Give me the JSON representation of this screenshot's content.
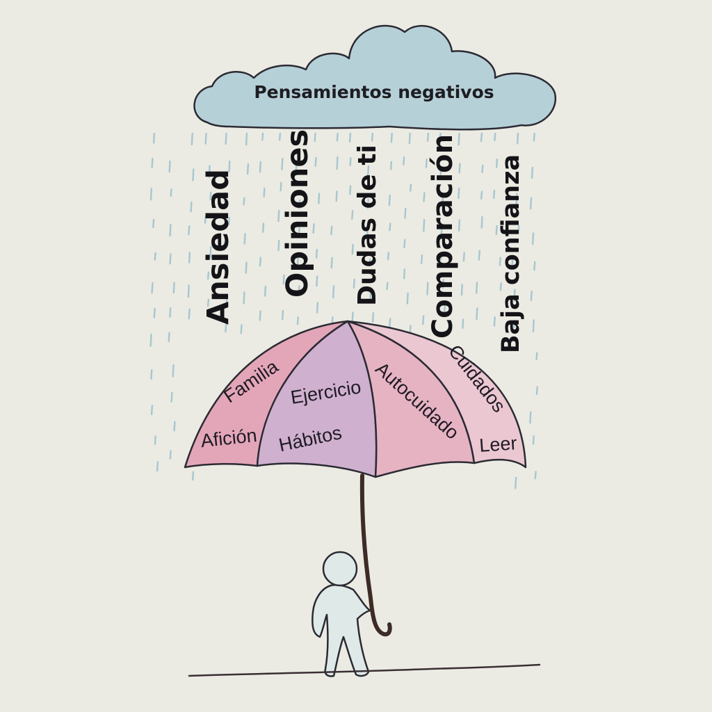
{
  "colors": {
    "background": "#ebebe3",
    "cloud": "#b6d0d8",
    "rain": "#a7c6d0",
    "umbrella_pink": "#e3a6b8",
    "umbrella_mauve": "#cfb0cf",
    "umbrella_rose": "#e6b3c2",
    "umbrella_light": "#ebc7d1",
    "handle": "#3d2b26",
    "person": "#dfeae8"
  },
  "cloud": {
    "title": "Pensamientos negativos"
  },
  "rain_words": [
    "Ansiedad",
    "Opiniones",
    "Dudas de ti",
    "Comparación",
    "Baja confianza"
  ],
  "umbrella_labels": {
    "familia": "Familia",
    "aficion": "Afición",
    "ejercicio": "Ejercicio",
    "habitos": "Hábitos",
    "autocuidado": "Autocuidado",
    "cuidados": "Cuidados",
    "leer": "Leer"
  }
}
